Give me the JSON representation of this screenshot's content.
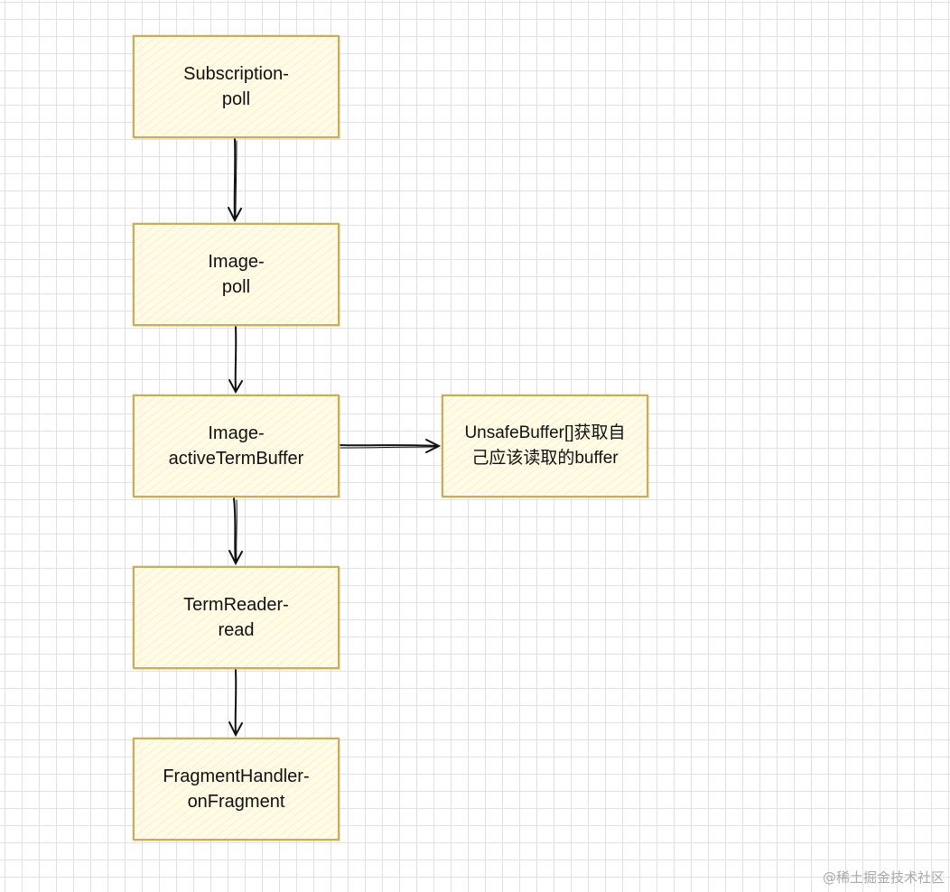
{
  "diagram": {
    "nodes": [
      {
        "id": "subscription-poll",
        "label": "Subscription-\npoll"
      },
      {
        "id": "image-poll",
        "label": "Image-\npoll"
      },
      {
        "id": "image-active-term-buffer",
        "label": "Image-\nactiveTermBuffer"
      },
      {
        "id": "term-reader-read",
        "label": "TermReader-\nread"
      },
      {
        "id": "fragment-handler-on-fragment",
        "label": "FragmentHandler-\nonFragment"
      },
      {
        "id": "unsafe-buffer-note",
        "label": "UnsafeBuffer[]获取自\n己应该读取的buffer"
      }
    ],
    "edges": [
      {
        "from": "subscription-poll",
        "to": "image-poll"
      },
      {
        "from": "image-poll",
        "to": "image-active-term-buffer"
      },
      {
        "from": "image-active-term-buffer",
        "to": "term-reader-read"
      },
      {
        "from": "term-reader-read",
        "to": "fragment-handler-on-fragment"
      },
      {
        "from": "image-active-term-buffer",
        "to": "unsafe-buffer-note"
      }
    ],
    "colors": {
      "node_border": "#c9ad58",
      "node_fill": "#fffbe6",
      "arrow": "#111111",
      "grid": "#e2e2e2"
    }
  },
  "watermark": "@稀土掘金技术社区"
}
